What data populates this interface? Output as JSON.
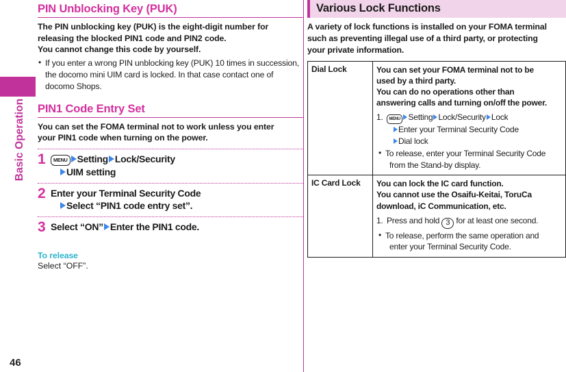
{
  "page": {
    "number": "46",
    "side_tab_label": "Basic Operation",
    "accent_color": "#c1339b",
    "title_color": "#d42f9e",
    "arrow_color": "#3d87e8",
    "release_color": "#2bb3cd",
    "banner_bg": "#f2d4ea"
  },
  "left": {
    "section1": {
      "title": "PIN Unblocking Key (PUK)",
      "paragraph_lines": [
        "The PIN unblocking key (PUK) is the eight-digit number for",
        "releasing the blocked PIN1 code and PIN2 code.",
        "You cannot change this code by yourself."
      ],
      "bullets": [
        "If you enter a wrong PIN unblocking key (PUK) 10 times in succession, the docomo mini UIM card is locked. In that case contact one of docomo Shops."
      ]
    },
    "section2": {
      "title": "PIN1 Code Entry Set",
      "paragraph_lines": [
        "You can set the FOMA terminal not to work unless you enter",
        "your PIN1 code when turning on the power."
      ],
      "steps": [
        {
          "num": "1",
          "key_icon": "MENU",
          "line1_parts": [
            "Setting",
            "Lock/Security"
          ],
          "line2_parts": [
            "UIM setting"
          ]
        },
        {
          "num": "2",
          "line1": "Enter your Terminal Security Code",
          "line2_parts": [
            "Select “PIN1 code entry set”."
          ]
        },
        {
          "num": "3",
          "line1": "Select “ON”",
          "line1_parts": [
            "Enter the PIN1 code."
          ]
        }
      ],
      "release_heading": "To release",
      "release_body": "Select “OFF”."
    }
  },
  "right": {
    "banner_title": "Various Lock Functions",
    "intro_lines": [
      "A variety of lock functions is installed on your FOMA terminal",
      "such as preventing illegal use of a third party, or protecting",
      "your private information."
    ],
    "table": {
      "rows": [
        {
          "label": "Dial Lock",
          "bold_lines": [
            "You can set your FOMA terminal not to be",
            "used by a third party.",
            "You can do no operations other than",
            "answering calls and turning on/off the power."
          ],
          "numbered": [
            {
              "n": "1.",
              "key_icon": "MENU",
              "line1_parts": [
                "Setting",
                "Lock/Security",
                "Lock"
              ],
              "line2_parts": [
                "Enter your Terminal Security Code"
              ],
              "line3_parts": [
                "Dial lock"
              ]
            }
          ],
          "bullets": [
            {
              "line1": "To release, enter your Terminal Security Code",
              "line2": "from the Stand-by display."
            }
          ]
        },
        {
          "label": "IC Card Lock",
          "bold_lines": [
            "You can lock the IC card function.",
            "You cannot use the Osaifu-Keitai, ToruCa",
            "download, iC Communication, etc."
          ],
          "numbered": [
            {
              "n": "1.",
              "press_prefix": "Press and hold",
              "key_icon": "3",
              "press_suffix": "for at least one second."
            }
          ],
          "bullets": [
            {
              "line1": "To release, perform the same operation and",
              "line2": "enter your Terminal Security Code."
            }
          ]
        }
      ]
    }
  }
}
